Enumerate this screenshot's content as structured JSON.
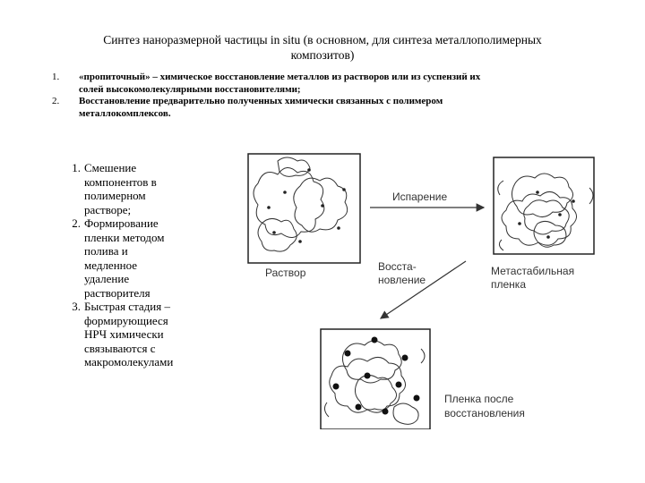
{
  "title_line1": "Синтез наноразмерной частицы in situ (в основном, для синтеза металлополимерных",
  "title_line2": "композитов)",
  "top_list": [
    {
      "num": "1.",
      "lines": [
        "«пропиточный» – химическое восстановление металлов из растворов или из суспензий их",
        "солей высокомолекулярными восстановителями;"
      ]
    },
    {
      "num": "2.",
      "lines": [
        "Восстановление предварительно полученных химически связанных с полимером",
        "металлокомплексов."
      ]
    }
  ],
  "left_list": [
    {
      "num": "1.",
      "lines": [
        "Смешение",
        "компонентов в",
        "полимерном",
        "растворе;"
      ]
    },
    {
      "num": "2.",
      "lines": [
        "Формирование",
        "пленки методом",
        "полива и",
        "медленное",
        "удаление",
        "растворителя"
      ]
    },
    {
      "num": "3.",
      "lines": [
        "Быстрая стадия –",
        "формирующиеся",
        "НРЧ химически",
        "связываются с",
        "макромолекулами"
      ]
    }
  ],
  "diagram": {
    "label_solution": "Раствор",
    "label_evaporation": "Испарение",
    "label_reduction_1": "Восста-",
    "label_reduction_2": "новление",
    "label_metastable_1": "Метастабильная",
    "label_metastable_2": "пленка",
    "label_after_1": "Пленка после",
    "label_after_2": "восстановления"
  }
}
